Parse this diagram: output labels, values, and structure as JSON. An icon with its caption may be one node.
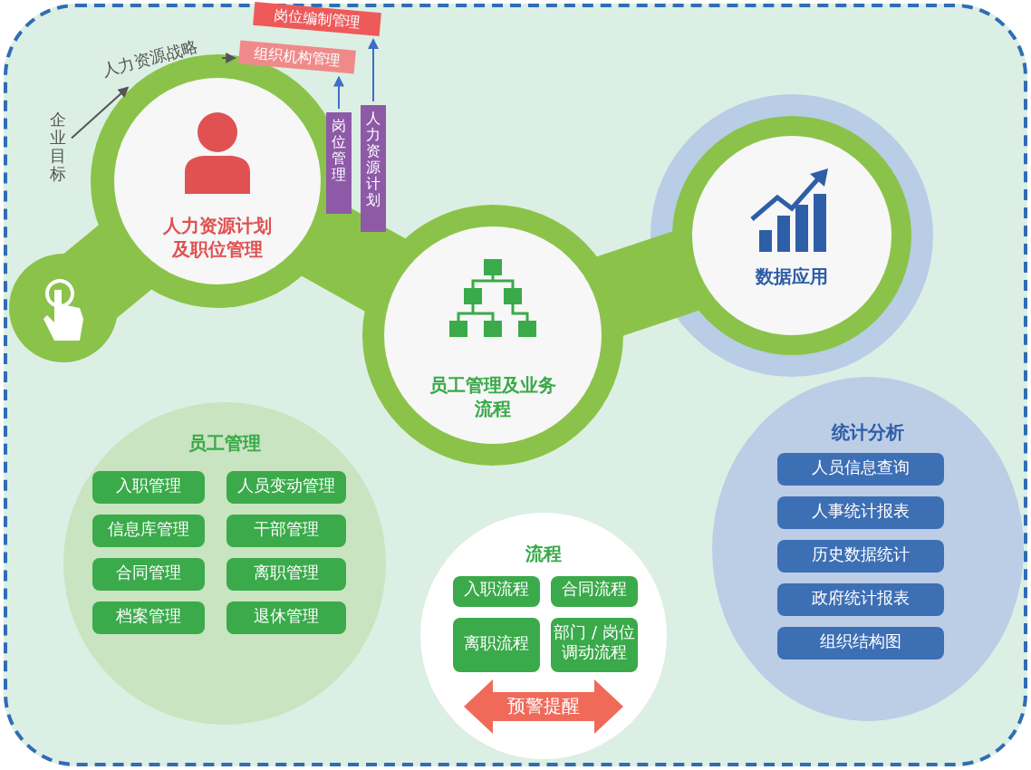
{
  "diagram": {
    "nodes": [
      {
        "text": [
          "企业目标"
        ]
      },
      {
        "text": [
          "人力资源战略"
        ]
      },
      {
        "text": [
          "岗位编制管理"
        ]
      },
      {
        "text": [
          "组织机构管理"
        ]
      },
      {
        "text": [
          "岗位管理"
        ]
      },
      {
        "text": [
          "人力资源计划"
        ]
      },
      {
        "text": [
          "人力资源计划及职位管理"
        ]
      },
      {
        "text": [
          "员工管理及业务流程"
        ]
      },
      {
        "text": [
          "数据应用"
        ]
      },
      {
        "text": [
          "员工管理"
        ]
      },
      {
        "text": [
          "入职管理"
        ],
        "in": 9
      },
      {
        "text": [
          "人员变动管理"
        ],
        "in": 9
      },
      {
        "text": [
          "信息库管理"
        ],
        "in": 9
      },
      {
        "text": [
          "干部管理"
        ],
        "in": 9
      },
      {
        "text": [
          "合同管理"
        ],
        "in": 9
      },
      {
        "text": [
          "离职管理"
        ],
        "in": 9
      },
      {
        "text": [
          "档案管理"
        ],
        "in": 9
      },
      {
        "text": [
          "退休管理"
        ],
        "in": 9
      },
      {
        "text": [
          "流程"
        ]
      },
      {
        "text": [
          "入职流程"
        ],
        "in": 18
      },
      {
        "text": [
          "合同流程"
        ],
        "in": 18
      },
      {
        "text": [
          "离职流程"
        ],
        "in": 18
      },
      {
        "text": [
          "部门 / 岗位调动流程"
        ],
        "in": 18
      },
      {
        "text": [
          "预警提醒"
        ],
        "in": 18
      },
      {
        "text": [
          "统计分析"
        ]
      },
      {
        "text": [
          "人员信息查询"
        ],
        "in": 24
      },
      {
        "text": [
          "人事统计报表"
        ],
        "in": 24
      },
      {
        "text": [
          "历史数据统计"
        ],
        "in": 24
      },
      {
        "text": [
          "政府统计报表"
        ],
        "in": 24
      },
      {
        "text": [
          "组织结构图"
        ],
        "in": 24
      }
    ],
    "edges": [
      {
        "from": 0,
        "to": 1,
        "arrow": "to",
        "color": "#555555"
      },
      {
        "from": 1,
        "to": 3,
        "arrow": "to",
        "color": "#555555"
      },
      {
        "from": 4,
        "to": 3,
        "arrow": "to",
        "color": "#3d6fc4"
      },
      {
        "from": 5,
        "to": 2,
        "arrow": "to",
        "color": "#3d6fc4"
      }
    ]
  }
}
